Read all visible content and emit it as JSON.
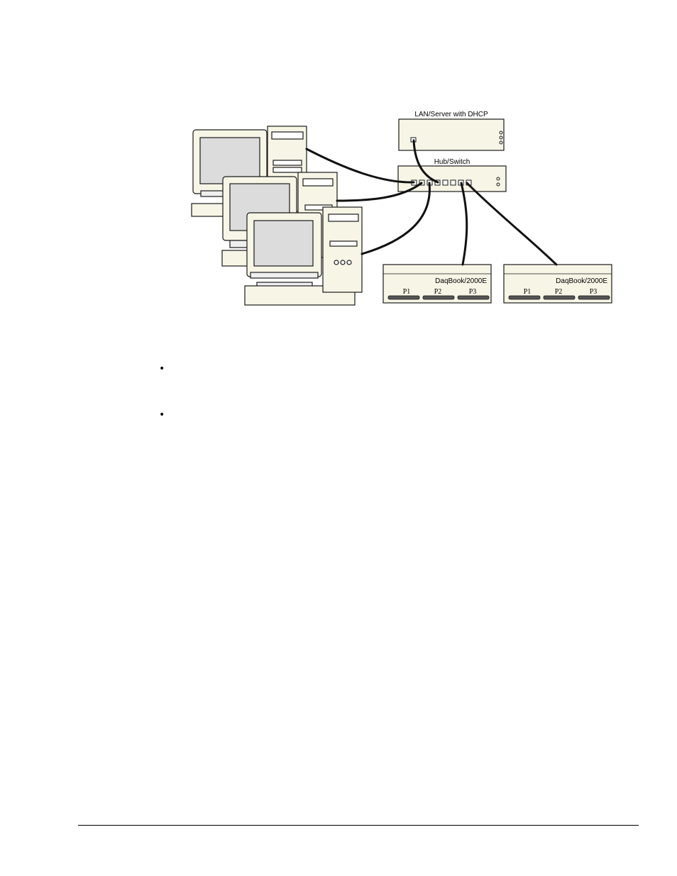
{
  "diagram": {
    "server_label": "LAN/Server with DHCP",
    "hub_label": "Hub/Switch",
    "devices": [
      {
        "label": "DaqBook/2000E",
        "ports": [
          "P1",
          "P2",
          "P3"
        ]
      },
      {
        "label": "DaqBook/2000E",
        "ports": [
          "P1",
          "P2",
          "P3"
        ]
      }
    ]
  },
  "bullets": [
    "•",
    "•"
  ],
  "colors": {
    "equipment_fill": "#f7f5e6",
    "outline": "#1a1a1a",
    "screen": "#dcdcdc"
  }
}
